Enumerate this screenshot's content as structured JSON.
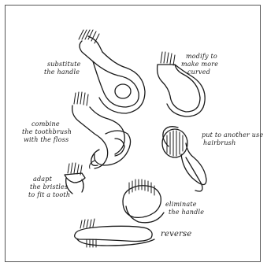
{
  "ideas": [
    {
      "id": "substitute",
      "lines": [
        "substitute",
        "the handle"
      ]
    },
    {
      "id": "modify",
      "lines": [
        "modify to",
        "make more",
        "curved"
      ]
    },
    {
      "id": "combine",
      "lines": [
        "combine",
        "the toothbrush",
        "with the floss"
      ]
    },
    {
      "id": "put-to-another-use",
      "lines": [
        "put to another use",
        "hairbrush"
      ]
    },
    {
      "id": "adapt",
      "lines": [
        "adapt",
        "the bristles",
        "to fit a tooth"
      ]
    },
    {
      "id": "eliminate",
      "lines": [
        "eliminate",
        "the handle"
      ]
    },
    {
      "id": "reverse",
      "lines": [
        "reverse"
      ]
    }
  ]
}
